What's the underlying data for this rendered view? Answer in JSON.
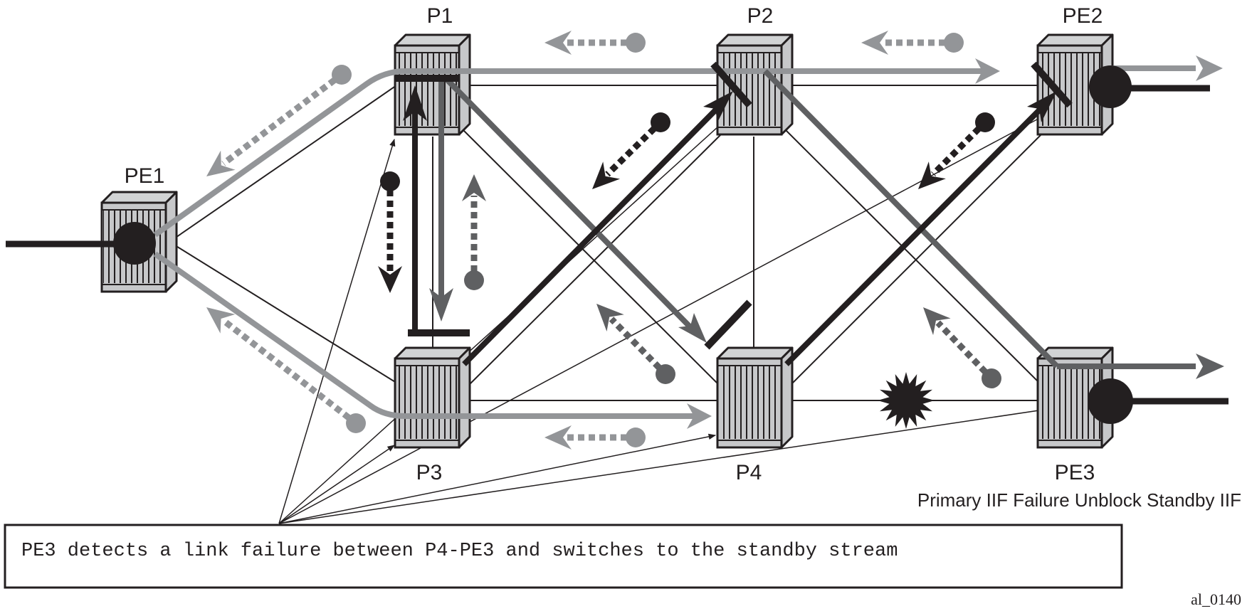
{
  "diagram": {
    "title": "Primary IIF failure — PE3 switches to standby stream",
    "routers": [
      {
        "id": "PE1",
        "label": "PE1",
        "role": "provider-edge (source)"
      },
      {
        "id": "P1",
        "label": "P1",
        "role": "provider core"
      },
      {
        "id": "P2",
        "label": "P2",
        "role": "provider core"
      },
      {
        "id": "PE2",
        "label": "PE2",
        "role": "provider-edge (receiver)"
      },
      {
        "id": "P3",
        "label": "P3",
        "role": "provider core"
      },
      {
        "id": "P4",
        "label": "P4",
        "role": "provider core"
      },
      {
        "id": "PE3",
        "label": "PE3",
        "role": "provider-edge (receiver)"
      }
    ],
    "links": [
      [
        "PE1",
        "P1"
      ],
      [
        "PE1",
        "P3"
      ],
      [
        "P1",
        "P2"
      ],
      [
        "P1",
        "P3"
      ],
      [
        "P1",
        "P4"
      ],
      [
        "P2",
        "PE2"
      ],
      [
        "P2",
        "P3"
      ],
      [
        "P2",
        "P4"
      ],
      [
        "P2",
        "PE3"
      ],
      [
        "P3",
        "P4"
      ],
      [
        "P4",
        "PE2"
      ],
      [
        "P4",
        "PE3"
      ],
      [
        "PE2",
        "P3"
      ]
    ],
    "failed_link": [
      "P4",
      "PE3"
    ],
    "streams": {
      "primary_color": "#939598",
      "standby_color": "#5f6062",
      "blocked_color": "#231f20"
    },
    "pe3_note": "Primary IIF Failure Unblock Standby IIF",
    "callout": "PE3 detects a link failure between P4-PE3 and switches to the standby stream",
    "figure_id": "al_0140"
  }
}
